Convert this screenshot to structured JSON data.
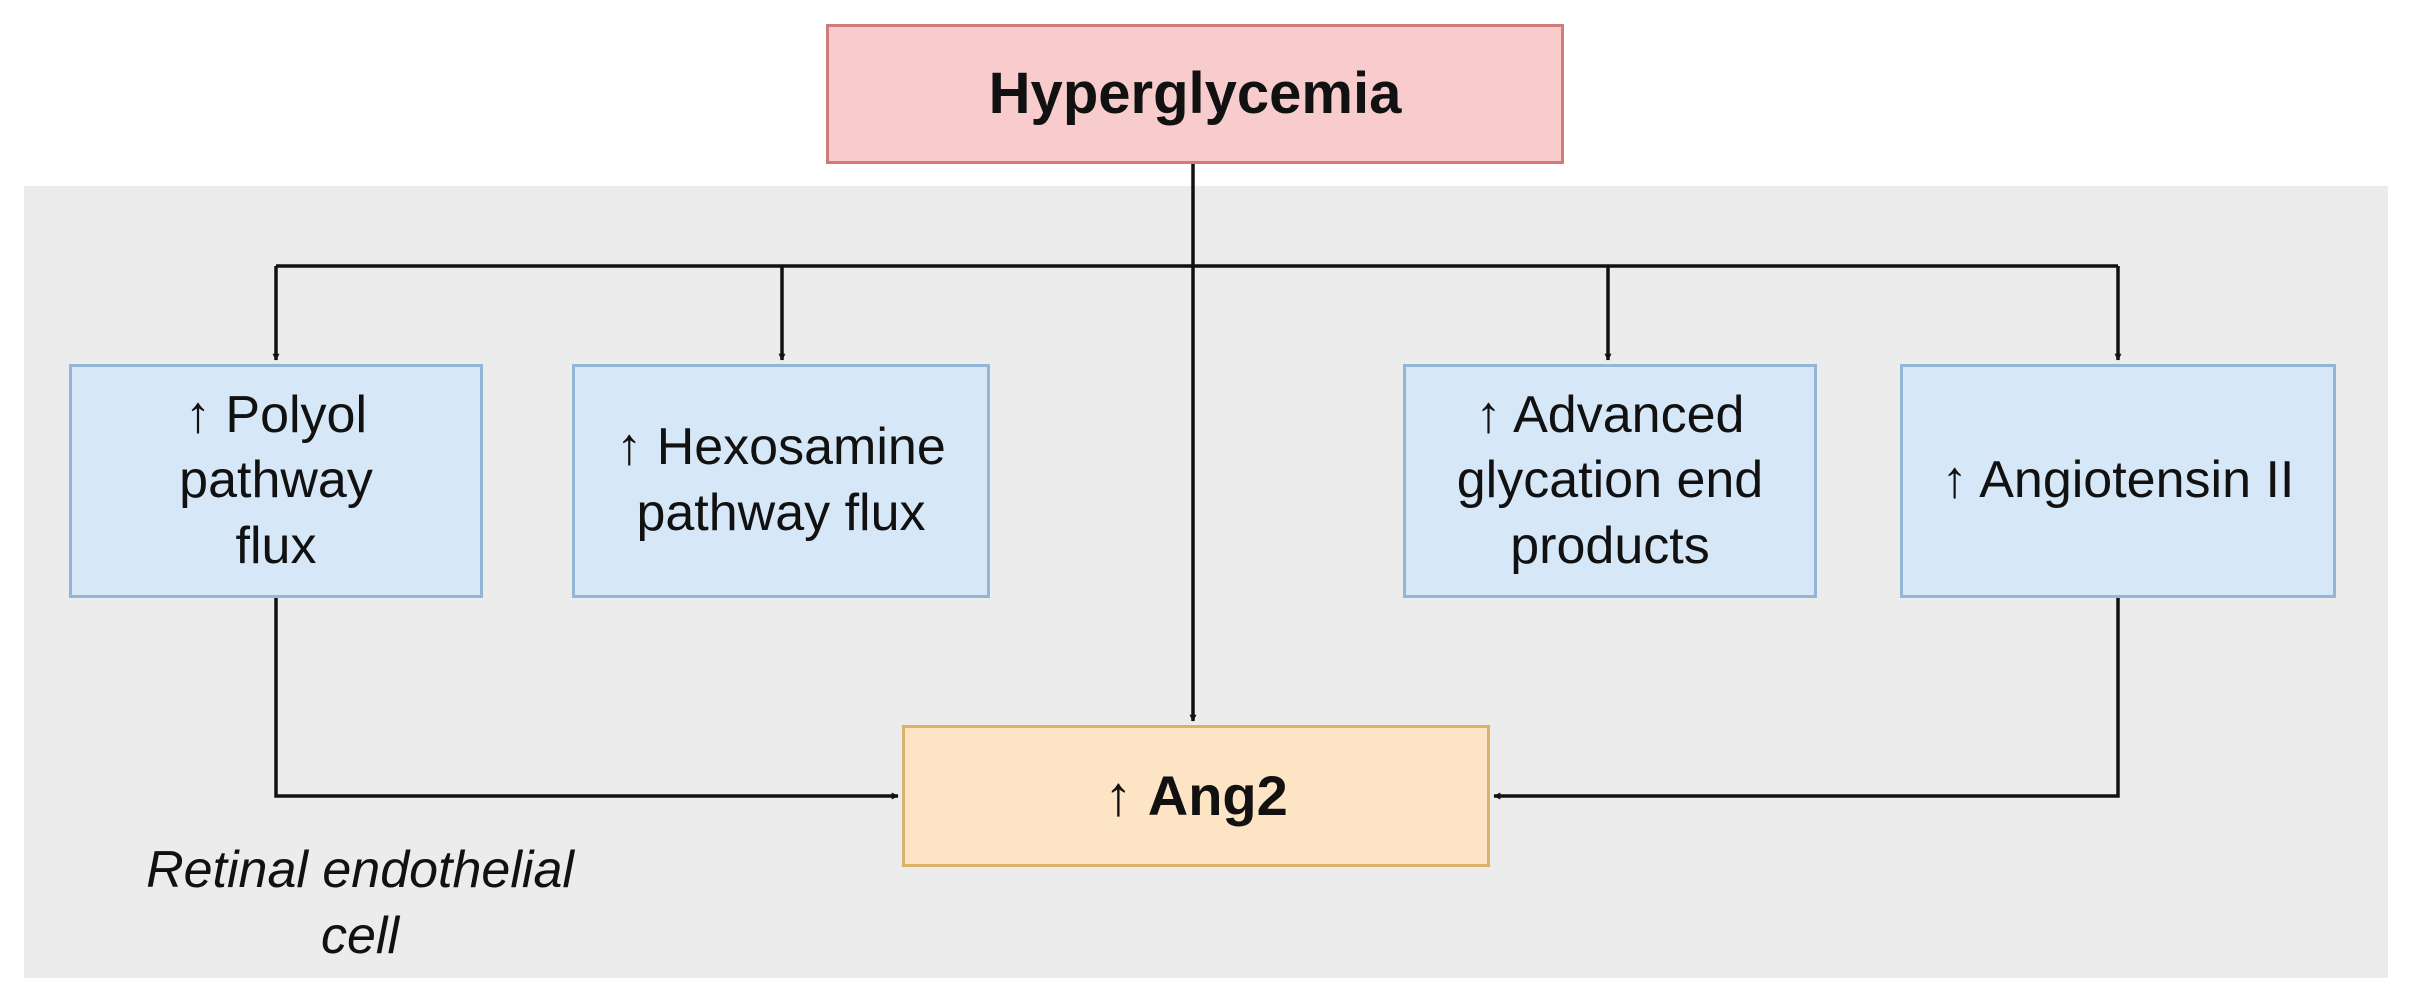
{
  "nodes": {
    "hyperglycemia": "Hyperglycemia",
    "polyol": {
      "line1": "↑ Polyol",
      "line2": "pathway",
      "line3": "flux"
    },
    "hexosamine": {
      "line1": "↑ Hexosamine",
      "line2": "pathway flux"
    },
    "age": {
      "line1": "↑ Advanced",
      "line2": "glycation end",
      "line3": "products"
    },
    "angiotensin": {
      "line1": "↑ Angiotensin II"
    },
    "ang2": {
      "arrow": "↑",
      "label": "Ang2"
    }
  },
  "cell_label": {
    "line1": "Retinal endothelial",
    "line2": "cell"
  },
  "colors": {
    "cell_background": "#ececec",
    "hyperglycemia_fill": "#f8cccc",
    "pathway_fill": "#d6e7f7",
    "ang2_fill": "#fce4c4",
    "connector": "#111111"
  }
}
